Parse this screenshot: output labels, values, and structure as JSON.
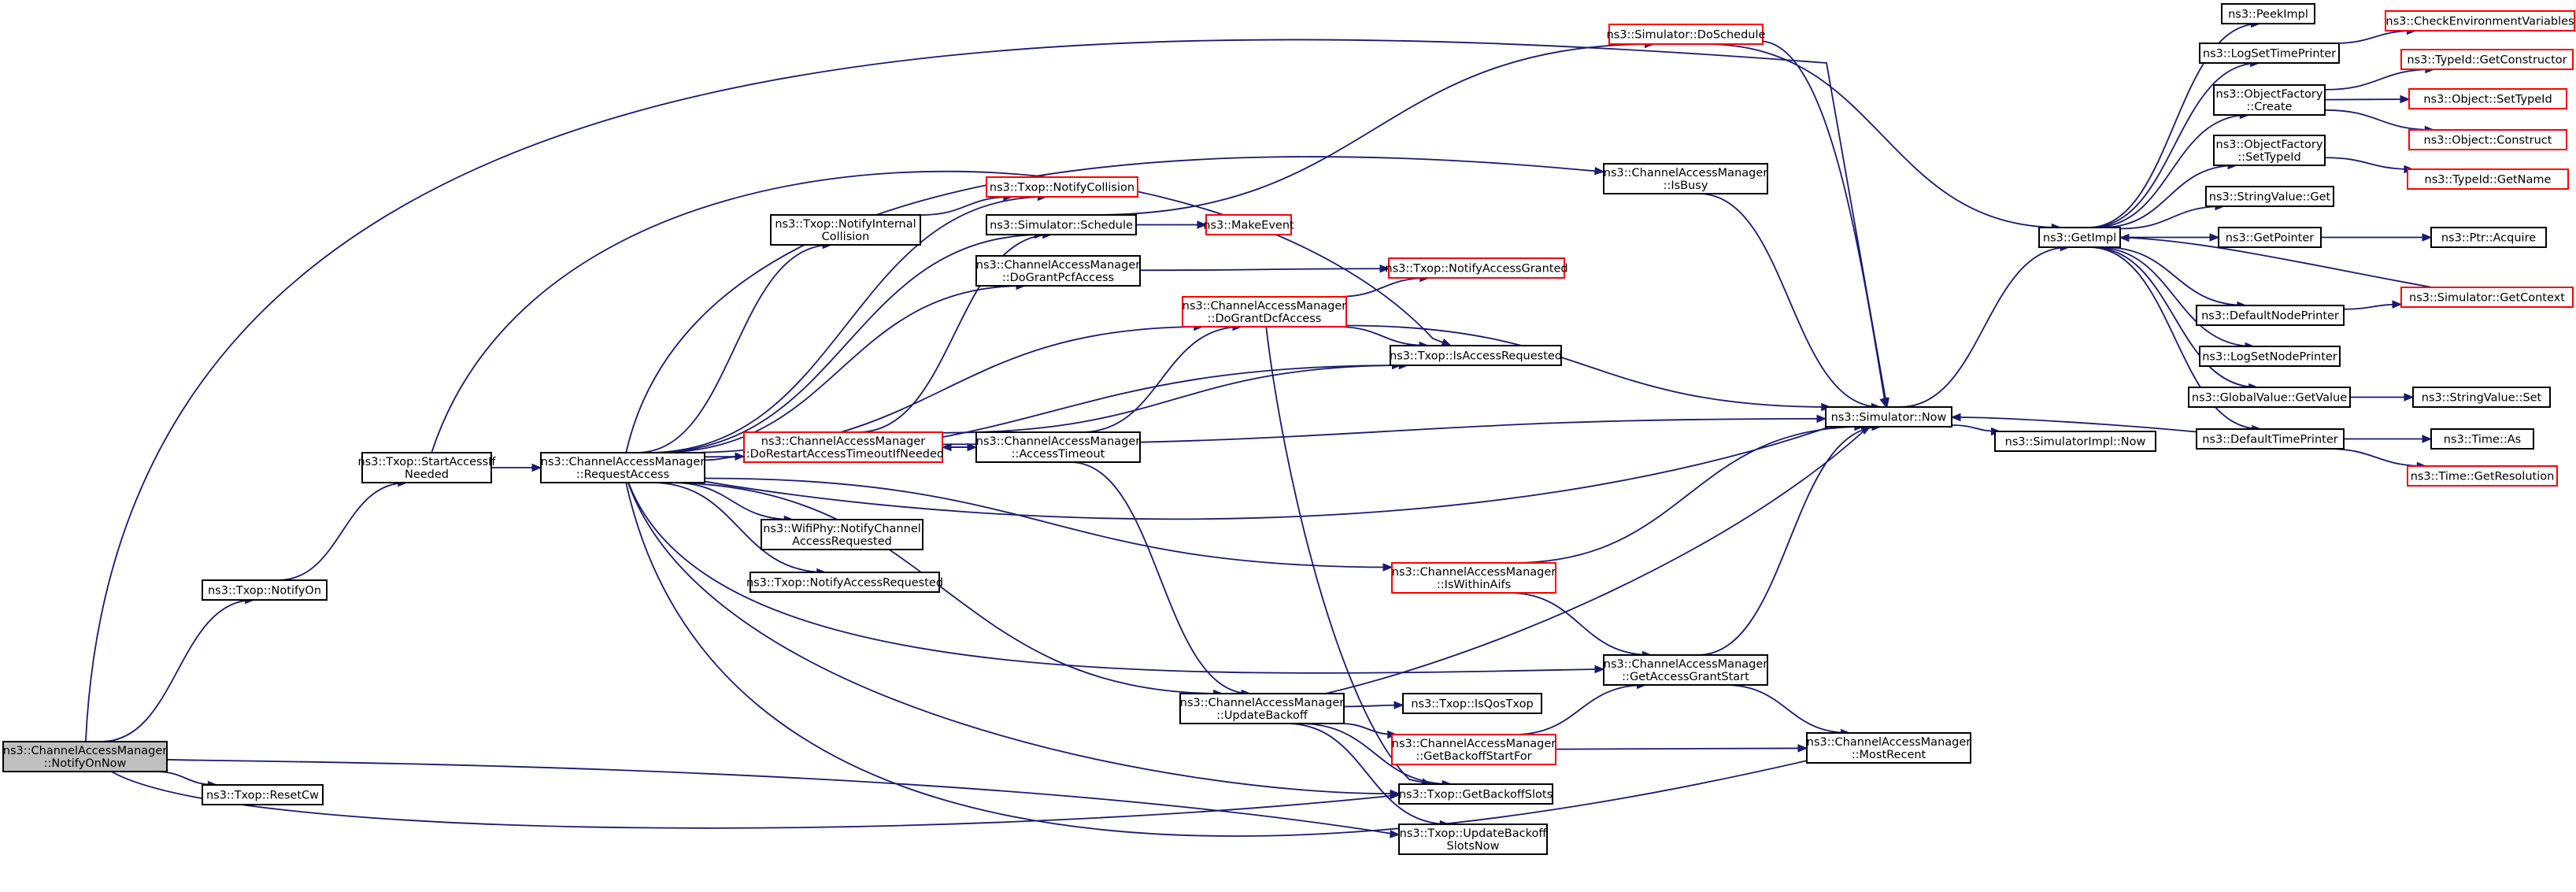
{
  "graph": {
    "title": "",
    "colors": {
      "edge": "#191970",
      "node_border_normal": "#000000",
      "node_border_truncated": "#ff0000",
      "root_fill": "#bfbfbf",
      "node_fill": "#ffffff",
      "background": "#ffffff"
    },
    "nodes": [
      {
        "id": "notifyOnNow",
        "lines": [
          "ns3::ChannelAccessManager",
          "::NotifyOnNow"
        ],
        "style": "root"
      },
      {
        "id": "txopNotifyOn",
        "lines": [
          "ns3::Txop::NotifyOn"
        ],
        "style": "black"
      },
      {
        "id": "txopResetCw",
        "lines": [
          "ns3::Txop::ResetCw"
        ],
        "style": "black"
      },
      {
        "id": "startAccessIfNeeded",
        "lines": [
          "ns3::Txop::StartAccessIf",
          "Needed"
        ],
        "style": "black"
      },
      {
        "id": "requestAccess",
        "lines": [
          "ns3::ChannelAccessManager",
          "::RequestAccess"
        ],
        "style": "black"
      },
      {
        "id": "notifyInternalCollision",
        "lines": [
          "ns3::Txop::NotifyInternal",
          "Collision"
        ],
        "style": "black"
      },
      {
        "id": "notifyCollision",
        "lines": [
          "ns3::Txop::NotifyCollision"
        ],
        "style": "red"
      },
      {
        "id": "simSchedule",
        "lines": [
          "ns3::Simulator::Schedule"
        ],
        "style": "black"
      },
      {
        "id": "makeEvent",
        "lines": [
          "ns3::MakeEvent"
        ],
        "style": "red"
      },
      {
        "id": "doGrantPcfAccess",
        "lines": [
          "ns3::ChannelAccessManager",
          "::DoGrantPcfAccess"
        ],
        "style": "black"
      },
      {
        "id": "notifyAccessGranted",
        "lines": [
          "ns3::Txop::NotifyAccessGranted"
        ],
        "style": "red"
      },
      {
        "id": "doGrantDcfAccess",
        "lines": [
          "ns3::ChannelAccessManager",
          "::DoGrantDcfAccess"
        ],
        "style": "red"
      },
      {
        "id": "isAccessRequested",
        "lines": [
          "ns3::Txop::IsAccessRequested"
        ],
        "style": "black"
      },
      {
        "id": "doRestartAccessTimeout",
        "lines": [
          "ns3::ChannelAccessManager",
          "::DoRestartAccessTimeoutIfNeeded"
        ],
        "style": "red"
      },
      {
        "id": "accessTimeout",
        "lines": [
          "ns3::ChannelAccessManager",
          "::AccessTimeout"
        ],
        "style": "black"
      },
      {
        "id": "wifiPhyNotify",
        "lines": [
          "ns3::WifiPhy::NotifyChannel",
          "AccessRequested"
        ],
        "style": "black"
      },
      {
        "id": "notifyAccessRequested",
        "lines": [
          "ns3::Txop::NotifyAccessRequested"
        ],
        "style": "black"
      },
      {
        "id": "isWithinAifs",
        "lines": [
          "ns3::ChannelAccessManager",
          "::IsWithinAifs"
        ],
        "style": "red"
      },
      {
        "id": "updateBackoff",
        "lines": [
          "ns3::ChannelAccessManager",
          "::UpdateBackoff"
        ],
        "style": "black"
      },
      {
        "id": "isQosTxop",
        "lines": [
          "ns3::Txop::IsQosTxop"
        ],
        "style": "black"
      },
      {
        "id": "getBackoffStartFor",
        "lines": [
          "ns3::ChannelAccessManager",
          "::GetBackoffStartFor"
        ],
        "style": "red"
      },
      {
        "id": "getBackoffSlots",
        "lines": [
          "ns3::Txop::GetBackoffSlots"
        ],
        "style": "black"
      },
      {
        "id": "updateBackoffSlotsNow",
        "lines": [
          "ns3::Txop::UpdateBackoff",
          "SlotsNow"
        ],
        "style": "black"
      },
      {
        "id": "simDoSchedule",
        "lines": [
          "ns3::Simulator::DoSchedule"
        ],
        "style": "red"
      },
      {
        "id": "isBusy",
        "lines": [
          "ns3::ChannelAccessManager",
          "::IsBusy"
        ],
        "style": "black"
      },
      {
        "id": "getAccessGrantStart",
        "lines": [
          "ns3::ChannelAccessManager",
          "::GetAccessGrantStart"
        ],
        "style": "black"
      },
      {
        "id": "mostRecent",
        "lines": [
          "ns3::ChannelAccessManager",
          "::MostRecent"
        ],
        "style": "black"
      },
      {
        "id": "simNow",
        "lines": [
          "ns3::Simulator::Now"
        ],
        "style": "black"
      },
      {
        "id": "simImplNow",
        "lines": [
          "ns3::SimulatorImpl::Now"
        ],
        "style": "black"
      },
      {
        "id": "getImpl",
        "lines": [
          "ns3::GetImpl"
        ],
        "style": "black"
      },
      {
        "id": "peekImpl",
        "lines": [
          "ns3::PeekImpl"
        ],
        "style": "black"
      },
      {
        "id": "logSetTimePrinter",
        "lines": [
          "ns3::LogSetTimePrinter"
        ],
        "style": "black"
      },
      {
        "id": "objFactoryCreate",
        "lines": [
          "ns3::ObjectFactory",
          "::Create"
        ],
        "style": "black"
      },
      {
        "id": "objFactorySetTypeId",
        "lines": [
          "ns3::ObjectFactory",
          "::SetTypeId"
        ],
        "style": "black"
      },
      {
        "id": "stringValueGet",
        "lines": [
          "ns3::StringValue::Get"
        ],
        "style": "black"
      },
      {
        "id": "getPointer",
        "lines": [
          "ns3::GetPointer"
        ],
        "style": "black"
      },
      {
        "id": "defaultNodePrinter",
        "lines": [
          "ns3::DefaultNodePrinter"
        ],
        "style": "black"
      },
      {
        "id": "logSetNodePrinter",
        "lines": [
          "ns3::LogSetNodePrinter"
        ],
        "style": "black"
      },
      {
        "id": "globalValueGetValue",
        "lines": [
          "ns3::GlobalValue::GetValue"
        ],
        "style": "black"
      },
      {
        "id": "defaultTimePrinter",
        "lines": [
          "ns3::DefaultTimePrinter"
        ],
        "style": "black"
      },
      {
        "id": "checkEnvVars",
        "lines": [
          "ns3::CheckEnvironmentVariables"
        ],
        "style": "red"
      },
      {
        "id": "typeIdGetConstructor",
        "lines": [
          "ns3::TypeId::GetConstructor"
        ],
        "style": "red"
      },
      {
        "id": "objectSetTypeId",
        "lines": [
          "ns3::Object::SetTypeId"
        ],
        "style": "red"
      },
      {
        "id": "objectConstruct",
        "lines": [
          "ns3::Object::Construct"
        ],
        "style": "red"
      },
      {
        "id": "typeIdGetName",
        "lines": [
          "ns3::TypeId::GetName"
        ],
        "style": "red"
      },
      {
        "id": "ptrAcquire",
        "lines": [
          "ns3::Ptr::Acquire"
        ],
        "style": "black"
      },
      {
        "id": "simGetContext",
        "lines": [
          "ns3::Simulator::GetContext"
        ],
        "style": "red"
      },
      {
        "id": "stringValueSet",
        "lines": [
          "ns3::StringValue::Set"
        ],
        "style": "black"
      },
      {
        "id": "timeAs",
        "lines": [
          "ns3::Time::As"
        ],
        "style": "black"
      },
      {
        "id": "timeGetResolution",
        "lines": [
          "ns3::Time::GetResolution"
        ],
        "style": "red"
      }
    ],
    "edges": [
      [
        "notifyOnNow",
        "txopNotifyOn"
      ],
      [
        "notifyOnNow",
        "txopResetCw"
      ],
      [
        "notifyOnNow",
        "simNow"
      ],
      [
        "notifyOnNow",
        "getBackoffSlots"
      ],
      [
        "notifyOnNow",
        "updateBackoffSlotsNow"
      ],
      [
        "txopNotifyOn",
        "startAccessIfNeeded"
      ],
      [
        "startAccessIfNeeded",
        "requestAccess"
      ],
      [
        "startAccessIfNeeded",
        "isAccessRequested"
      ],
      [
        "requestAccess",
        "notifyInternalCollision"
      ],
      [
        "requestAccess",
        "notifyCollision"
      ],
      [
        "requestAccess",
        "simSchedule"
      ],
      [
        "requestAccess",
        "doGrantPcfAccess"
      ],
      [
        "requestAccess",
        "doGrantDcfAccess"
      ],
      [
        "requestAccess",
        "isAccessRequested"
      ],
      [
        "requestAccess",
        "doRestartAccessTimeout"
      ],
      [
        "requestAccess",
        "wifiPhyNotify"
      ],
      [
        "requestAccess",
        "notifyAccessRequested"
      ],
      [
        "requestAccess",
        "isWithinAifs"
      ],
      [
        "requestAccess",
        "updateBackoff"
      ],
      [
        "requestAccess",
        "getAccessGrantStart"
      ],
      [
        "requestAccess",
        "getBackoffSlots"
      ],
      [
        "requestAccess",
        "mostRecent"
      ],
      [
        "requestAccess",
        "isBusy"
      ],
      [
        "requestAccess",
        "simNow"
      ],
      [
        "notifyInternalCollision",
        "notifyCollision"
      ],
      [
        "simSchedule",
        "makeEvent"
      ],
      [
        "simSchedule",
        "simDoSchedule"
      ],
      [
        "doGrantPcfAccess",
        "notifyAccessGranted"
      ],
      [
        "doGrantDcfAccess",
        "notifyAccessGranted"
      ],
      [
        "doGrantDcfAccess",
        "isAccessRequested"
      ],
      [
        "doGrantDcfAccess",
        "getBackoffSlots"
      ],
      [
        "doGrantDcfAccess",
        "simNow"
      ],
      [
        "doRestartAccessTimeout",
        "simSchedule"
      ],
      [
        "doRestartAccessTimeout",
        "accessTimeout"
      ],
      [
        "doRestartAccessTimeout",
        "isAccessRequested"
      ],
      [
        "doRestartAccessTimeout",
        "simNow"
      ],
      [
        "accessTimeout",
        "doGrantDcfAccess"
      ],
      [
        "accessTimeout",
        "doRestartAccessTimeout"
      ],
      [
        "accessTimeout",
        "updateBackoff"
      ],
      [
        "isWithinAifs",
        "getAccessGrantStart"
      ],
      [
        "isWithinAifs",
        "simNow"
      ],
      [
        "updateBackoff",
        "isQosTxop"
      ],
      [
        "updateBackoff",
        "getBackoffStartFor"
      ],
      [
        "updateBackoff",
        "getBackoffSlots"
      ],
      [
        "updateBackoff",
        "updateBackoffSlotsNow"
      ],
      [
        "updateBackoff",
        "simNow"
      ],
      [
        "getBackoffStartFor",
        "getAccessGrantStart"
      ],
      [
        "getBackoffStartFor",
        "mostRecent"
      ],
      [
        "getAccessGrantStart",
        "mostRecent"
      ],
      [
        "getAccessGrantStart",
        "simNow"
      ],
      [
        "isBusy",
        "simNow"
      ],
      [
        "simDoSchedule",
        "getImpl"
      ],
      [
        "simDoSchedule",
        "simNow"
      ],
      [
        "simNow",
        "simImplNow"
      ],
      [
        "simNow",
        "getImpl"
      ],
      [
        "getImpl",
        "peekImpl"
      ],
      [
        "getImpl",
        "logSetTimePrinter"
      ],
      [
        "getImpl",
        "objFactoryCreate"
      ],
      [
        "getImpl",
        "objFactorySetTypeId"
      ],
      [
        "getImpl",
        "stringValueGet"
      ],
      [
        "getImpl",
        "getPointer"
      ],
      [
        "getImpl",
        "defaultNodePrinter"
      ],
      [
        "getImpl",
        "logSetNodePrinter"
      ],
      [
        "getImpl",
        "globalValueGetValue"
      ],
      [
        "getImpl",
        "defaultTimePrinter"
      ],
      [
        "logSetTimePrinter",
        "checkEnvVars"
      ],
      [
        "objFactoryCreate",
        "typeIdGetConstructor"
      ],
      [
        "objFactoryCreate",
        "objectSetTypeId"
      ],
      [
        "objFactoryCreate",
        "objectConstruct"
      ],
      [
        "objFactorySetTypeId",
        "typeIdGetName"
      ],
      [
        "getPointer",
        "ptrAcquire"
      ],
      [
        "defaultNodePrinter",
        "simGetContext"
      ],
      [
        "simGetContext",
        "getImpl"
      ],
      [
        "globalValueGetValue",
        "stringValueSet"
      ],
      [
        "defaultTimePrinter",
        "simNow"
      ],
      [
        "defaultTimePrinter",
        "timeAs"
      ],
      [
        "defaultTimePrinter",
        "timeGetResolution"
      ]
    ]
  }
}
